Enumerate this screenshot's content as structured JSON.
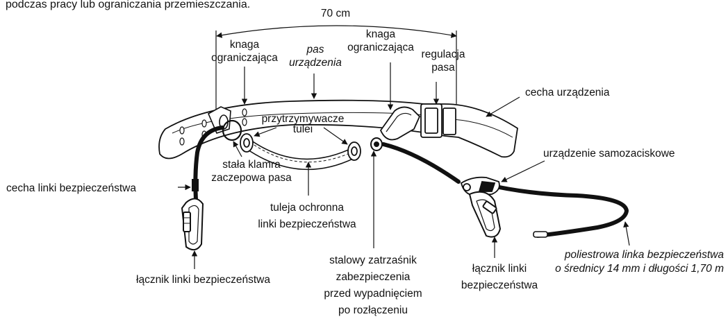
{
  "header_text": "podczas pracy lub ograniczania przemieszczania.",
  "dimension": "70 cm",
  "labels": {
    "stop_cleat_left": [
      "knaga",
      "ograniczająca"
    ],
    "device_belt": [
      "pas",
      "urządzenia"
    ],
    "stop_cleat_right": [
      "knaga",
      "ograniczająca"
    ],
    "belt_adjustment": [
      "regulacja",
      "pasa"
    ],
    "device_feature": "cecha urządzenia",
    "sleeve_holders": [
      "przytrzymywacze",
      "tulei"
    ],
    "fixed_buckle": [
      "stała klamra",
      "zaczepowa pasa"
    ],
    "lanyard_feature": "cecha linki bezpieczeństwa",
    "protective_sleeve": [
      "tuleja ochronna",
      "linki bezpieczeństwa"
    ],
    "self_locking_device": "urządzenie samozaciskowe",
    "lanyard_connector_left": "łącznik linki bezpieczeństwa",
    "steel_snap": [
      "stalowy zatrzaśnik",
      "zabezpieczenia",
      "przed wypadnięciem",
      "po rozłączeniu"
    ],
    "lanyard_connector_right": [
      "łącznik linki",
      "bezpieczeństwa"
    ],
    "polyester_lanyard": [
      "poliestrowa linka bezpieczeństwa",
      "o średnicy 14 mm i długości 1,70 m"
    ]
  },
  "colors": {
    "ink": "#111111",
    "paper": "#ffffff"
  }
}
